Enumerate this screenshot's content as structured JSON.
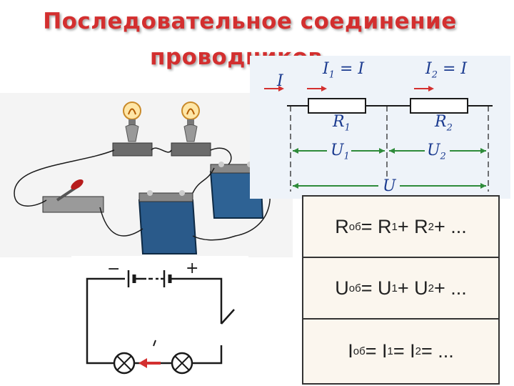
{
  "title": {
    "line1": "Последовательное соединение",
    "line2": "проводников"
  },
  "scheme": {
    "current_I": "I",
    "I1_label": "I",
    "I1_sub": "1",
    "I1_eq": " = I",
    "I2_label": "I",
    "I2_sub": "2",
    "I2_eq": " = I",
    "R1": "R",
    "R1_sub": "1",
    "R2": "R",
    "R2_sub": "2",
    "U1": "U",
    "U1_sub": "1",
    "U2": "U",
    "U2_sub": "2",
    "U": "U"
  },
  "circuit": {
    "minus": "−",
    "plus": "+"
  },
  "formulas": [
    {
      "lhs": "R",
      "lhs_sub": "об",
      "eq1": " = R",
      "s1": "1",
      "op": " + R",
      "s2": "2",
      "tail": " + ..."
    },
    {
      "lhs": "U",
      "lhs_sub": "об",
      "eq1": " = U",
      "s1": "1",
      "op": " + U",
      "s2": "2",
      "tail": " + ..."
    },
    {
      "lhs": "I",
      "lhs_sub": "об",
      "eq1": " = I",
      "s1": "1",
      "op": " = I",
      "s2": "2",
      "tail": " = ..."
    }
  ],
  "colors": {
    "title": "#d32f2f",
    "arrow_red": "#d32f2f",
    "arrow_green": "#2e8b3a",
    "wire": "#1a1a1a",
    "battery": "#2a5a8a",
    "formula_bg": "#fbf6ee"
  }
}
